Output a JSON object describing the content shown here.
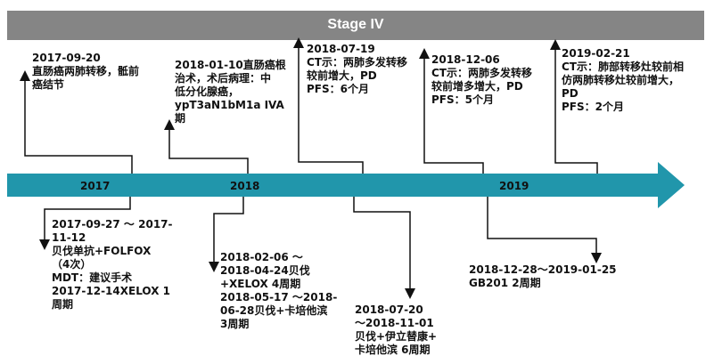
{
  "title": "Stage IV",
  "years": [
    "2017",
    "2018",
    "2019"
  ],
  "events_above": [
    {
      "text": "2017-09-20\n直肠癌两肺转移，骶前\n癌结节"
    },
    {
      "text": "2018-01-10直肠癌根\n治术，术后病理：中\n低分化腺癌，\nypT3aN1bM1a IVA\n期"
    },
    {
      "text": "2018-07-19\nCT示：两肺多发转移\n较前增大，PD\nPFS：6个月"
    },
    {
      "text": "2018-12-06\nCT示：两肺多发转移\n较前增多增大，PD\nPFS：5个月"
    },
    {
      "text": "2019-02-21\nCT示：肺部转移灶较前相\n仿两肺转移灶较前增大，\nPD\nPFS：2个月"
    }
  ],
  "events_below": [
    {
      "text": "2017-09-27 ～ 2017-\n11-12\n贝伐单抗+FOLFOX\n（4次）\nMDT：建议手术\n2017-12-14XELOX 1\n周期"
    },
    {
      "text": "2018-02-06 ～\n2018-04-24贝伐\n+XELOX 4周期\n2018-05-17 ～2018-\n06-28贝伐+卡培他滨\n3周期"
    },
    {
      "text": "2018-07-20\n～2018-11-01\n贝伐+伊立替康+\n卡培他滨 6周期"
    },
    {
      "text": "2018-12-28～2019-01-25\nGB201 2周期"
    }
  ],
  "colors": {
    "arrow": "#2196AB",
    "banner": "#858585",
    "line": "#111111"
  }
}
